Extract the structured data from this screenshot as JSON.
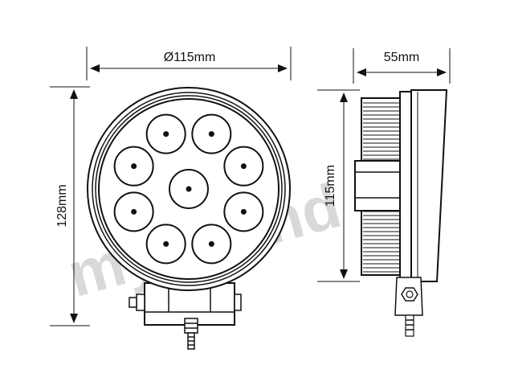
{
  "dimensions": {
    "front_diameter": "Ø115mm",
    "front_height": "128mm",
    "side_depth": "55mm",
    "side_height": "115mm"
  },
  "watermark": "mysound",
  "colors": {
    "line": "#111111",
    "watermark": "#d9d9d9"
  },
  "led_count": 9
}
